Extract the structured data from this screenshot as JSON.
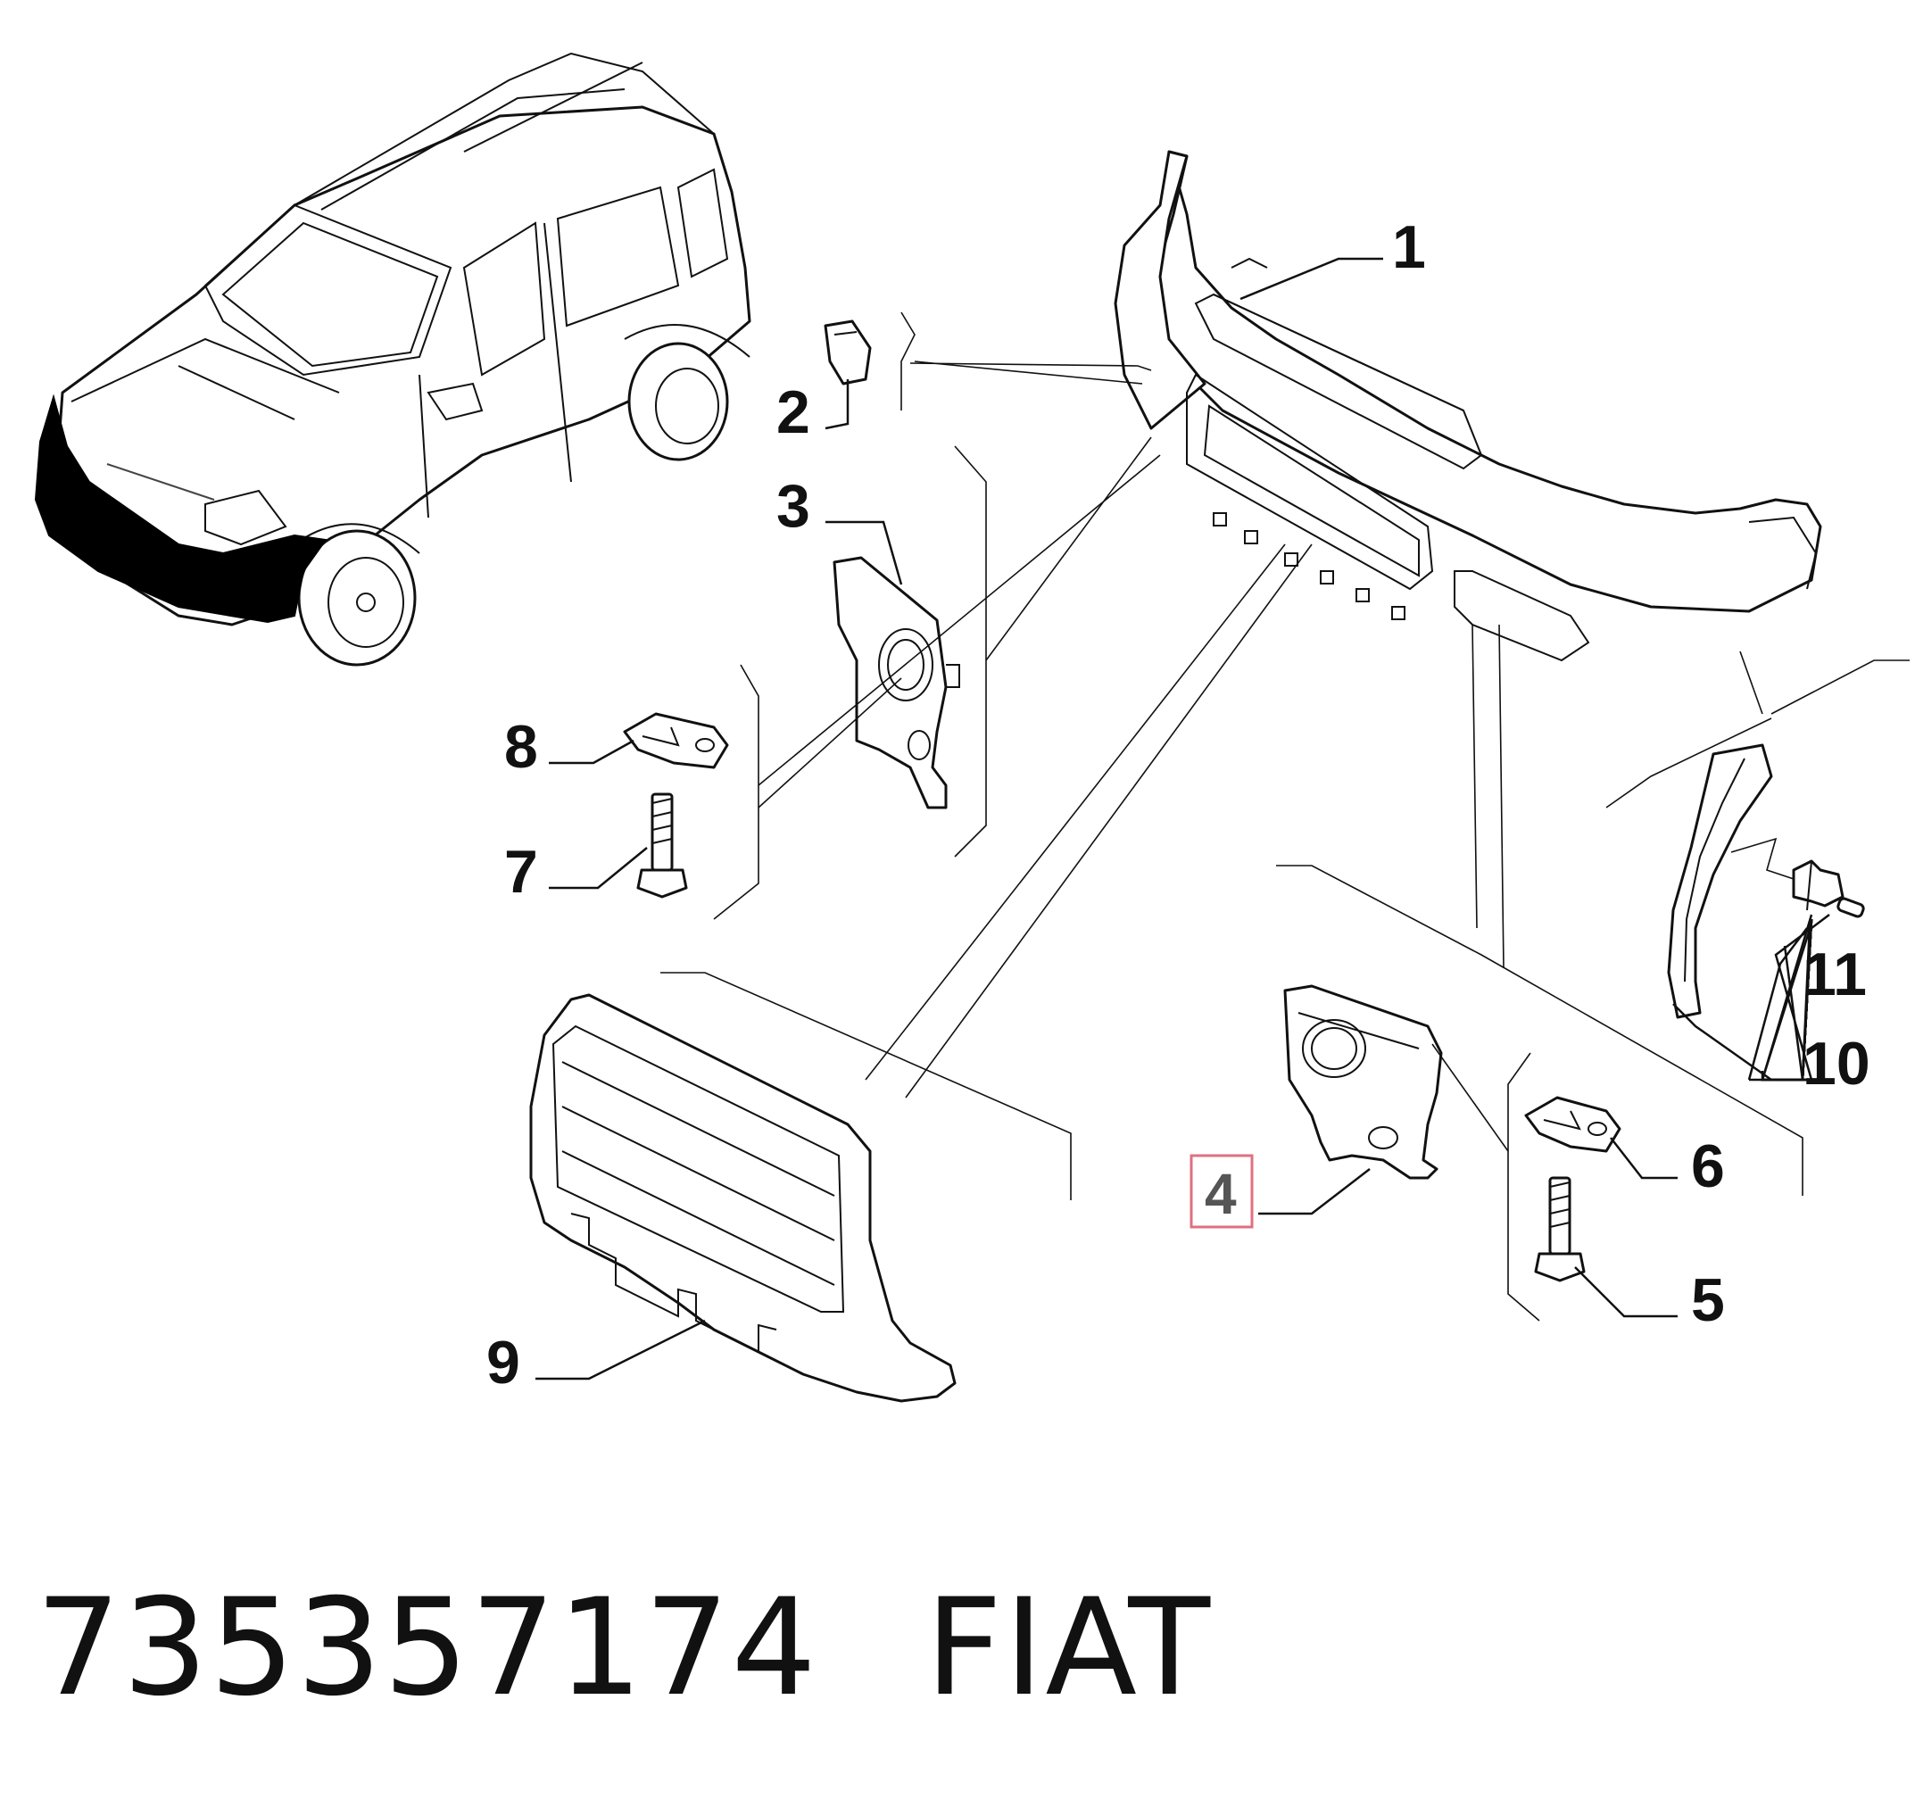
{
  "callouts": {
    "c1": "1",
    "c2": "2",
    "c3": "3",
    "c4": "4",
    "c5": "5",
    "c6": "6",
    "c7": "7",
    "c8": "8",
    "c9": "9",
    "c10": "10",
    "c11": "11"
  },
  "highlighted_callout": "4",
  "highlight_color": "#e07080",
  "caption": {
    "part_number": "735357174",
    "brand": "FIAT"
  }
}
